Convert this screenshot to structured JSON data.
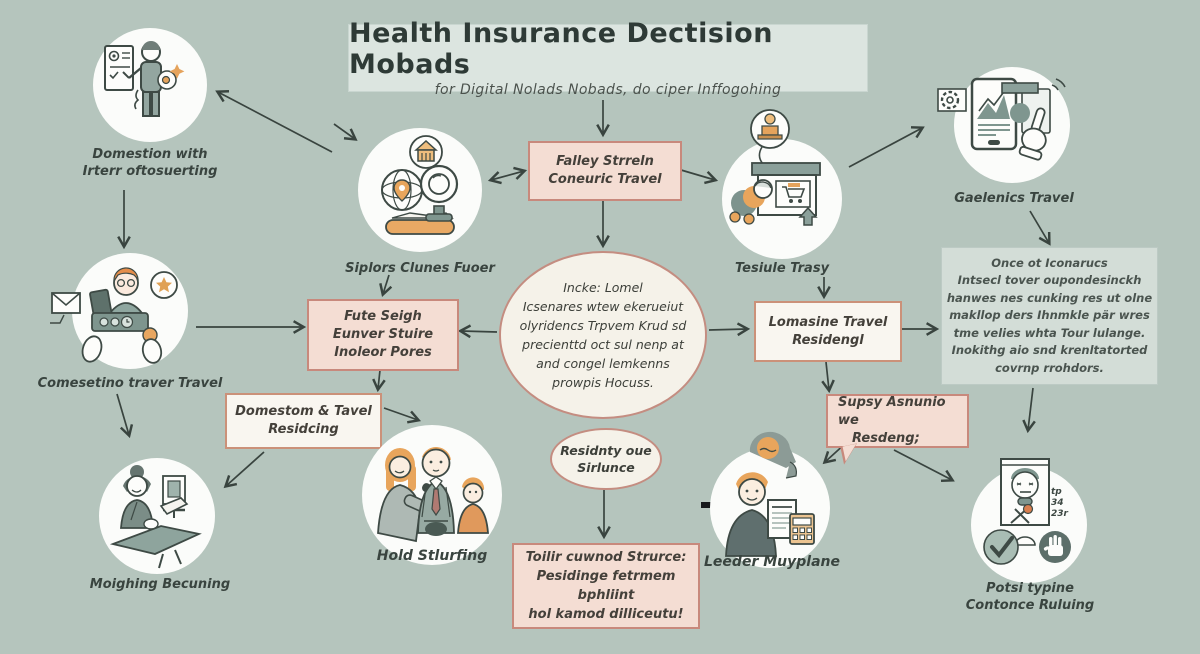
{
  "colors": {
    "background": "#b5c5bd",
    "title_box": "#dce5e0",
    "pink_fill": "#f4ddd3",
    "pink_border": "#c8897c",
    "white_fill": "#f9f6f0",
    "ellipse_fill": "#f5f2e9",
    "gray_fill": "#d3ddd7",
    "arrow": "#39443f",
    "accent_orange": "#e5a35c",
    "accent_teal": "#7f968f",
    "ink": "#3c4742"
  },
  "title": {
    "text": "Health Insurance Dectision Mobads",
    "subtitle": "for Digital Nolads Nobads, do ciper Inffogohing"
  },
  "nodes": {
    "domestion": {
      "label": [
        "Domestion with",
        "Irterr oftosuerting"
      ]
    },
    "siplors": {
      "label": "Siplors Clunes Fuoer"
    },
    "falley": {
      "lines": [
        "Falley Strreln",
        "Coneuric Travel"
      ]
    },
    "tesiule": {
      "label": "Tesiule Trasy"
    },
    "gaelenics": {
      "label": "Gaelenics Travel"
    },
    "comestino": {
      "label": "Comesetino traver Travel"
    },
    "fute": {
      "lines": [
        "Fute Seigh",
        "Eunver Stuire",
        "Inoleor Pores"
      ]
    },
    "ellipse": {
      "lines": [
        "Incke: Lomel",
        "Icsenares wtew ekerueiut",
        "olyridencs Trpvem Krud sd",
        "precienttd oct sul nenp at",
        "and congel lemkenns",
        "prowpis Hocuss."
      ]
    },
    "lomasine": {
      "lines": [
        "Lomasine Travel",
        "Residengl"
      ]
    },
    "graybox": {
      "lines": [
        "Once ot Iconarucs",
        "Intsecl tover oupondesinckh",
        "hanwes nes cunking res ut olne",
        "makllop ders Ihnmkle pär wres",
        "tme velies whta Tour lulange.",
        "Inokithg aio snd krenltatorted",
        "covrnp rrohdors."
      ]
    },
    "domestom": {
      "lines": [
        "Domestom & Tavel",
        "Residcing"
      ]
    },
    "moighing": {
      "label": "Moighing Becuning"
    },
    "hold": {
      "label": "Hold Stlurfing"
    },
    "residnty": {
      "lines": [
        "Residnty oue",
        "Sirlunce"
      ]
    },
    "toilir": {
      "lines": [
        "Toilir cuwnod Strurce:",
        "Pesidinge fetrmem bphliint",
        "hol kamod dilliceutu!"
      ]
    },
    "supsy": {
      "lines": [
        "Supsy Asnunio we",
        "Resdeng;"
      ]
    },
    "leeder": {
      "label": "Leeder Muyplane"
    },
    "potsi": {
      "label": [
        "Potsi typine",
        "Contonce Ruluing"
      ],
      "side_text": [
        "tp",
        "34",
        "23r"
      ]
    }
  }
}
